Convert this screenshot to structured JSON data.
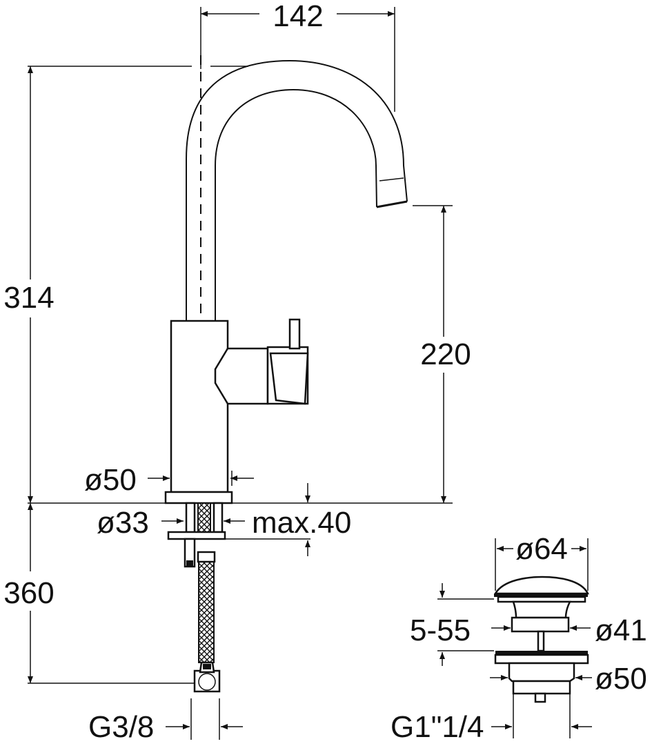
{
  "title": "",
  "dimensions": {
    "spout_reach": "142",
    "total_height": "314",
    "spout_height": "220",
    "base_diameter": "ø50",
    "shank_diameter": "ø33",
    "max_deck_thickness": "max.40",
    "hose_length": "360",
    "hose_connection": "G3/8",
    "waste_top_diameter": "ø64",
    "waste_height_range": "5-55",
    "waste_body_diameter": "ø41",
    "waste_flange_diameter": "ø50",
    "waste_thread": "G1\"1/4"
  },
  "colors": {
    "line": "#111111",
    "background": "#ffffff"
  }
}
